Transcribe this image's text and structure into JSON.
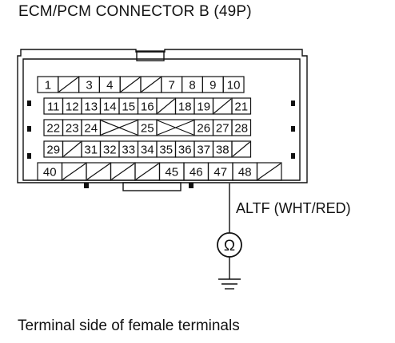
{
  "title": "ECM/PCM CONNECTOR B (49P)",
  "caption": "Terminal side of female terminals",
  "wire_label": "ALTF (WHT/RED)",
  "meter_symbol": "Ω",
  "meter_icon": "ohmmeter-icon",
  "ground_icon": "ground-icon",
  "connector": {
    "rows": [
      [
        "1",
        "/",
        "3",
        "4",
        "/",
        "/",
        "7",
        "8",
        "9",
        "10"
      ],
      [
        "11",
        "12",
        "13",
        "14",
        "15",
        "16",
        "/",
        "18",
        "19",
        "/",
        "21"
      ],
      [
        "22",
        "23",
        "24",
        "X",
        "25",
        "X",
        "26",
        "27",
        "28"
      ],
      [
        "29",
        "/",
        "31",
        "32",
        "33",
        "34",
        "35",
        "36",
        "37",
        "38",
        "/"
      ],
      [
        "40",
        "/",
        "/",
        "/",
        "/",
        "45",
        "46",
        "47",
        "48",
        "/"
      ]
    ],
    "probed_terminal": "47"
  }
}
